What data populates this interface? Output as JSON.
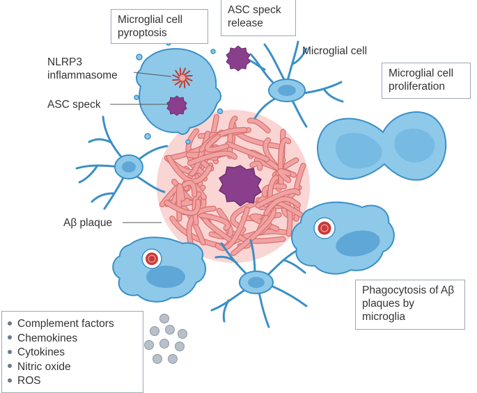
{
  "labels": {
    "pyroptosis": "Microglial cell pyroptosis",
    "asc_release": "ASC speck release",
    "microglial_cell": "Microglial cell",
    "proliferation": "Microglial cell proliferation",
    "nlrp3": "NLRP3 inflammasome",
    "asc_speck": "ASC speck",
    "abeta_plaque": "Aβ plaque",
    "phagocytosis": "Phagocytosis of Aβ plaques by microglia"
  },
  "legend_items": [
    "Complement factors",
    "Chemokines",
    "Cytokines",
    "Nitric oxide",
    "ROS"
  ],
  "colors": {
    "cell_fill": "#8ec9ea",
    "cell_stroke": "#3a8fc6",
    "nucleus": "#5fa7d6",
    "plaque_fill": "#f0a3a3",
    "plaque_stroke": "#d9706f",
    "asc_speck": "#8a3f8d",
    "secreted_particles": "#b9c0c9",
    "box_border": "#9aa7b3"
  }
}
